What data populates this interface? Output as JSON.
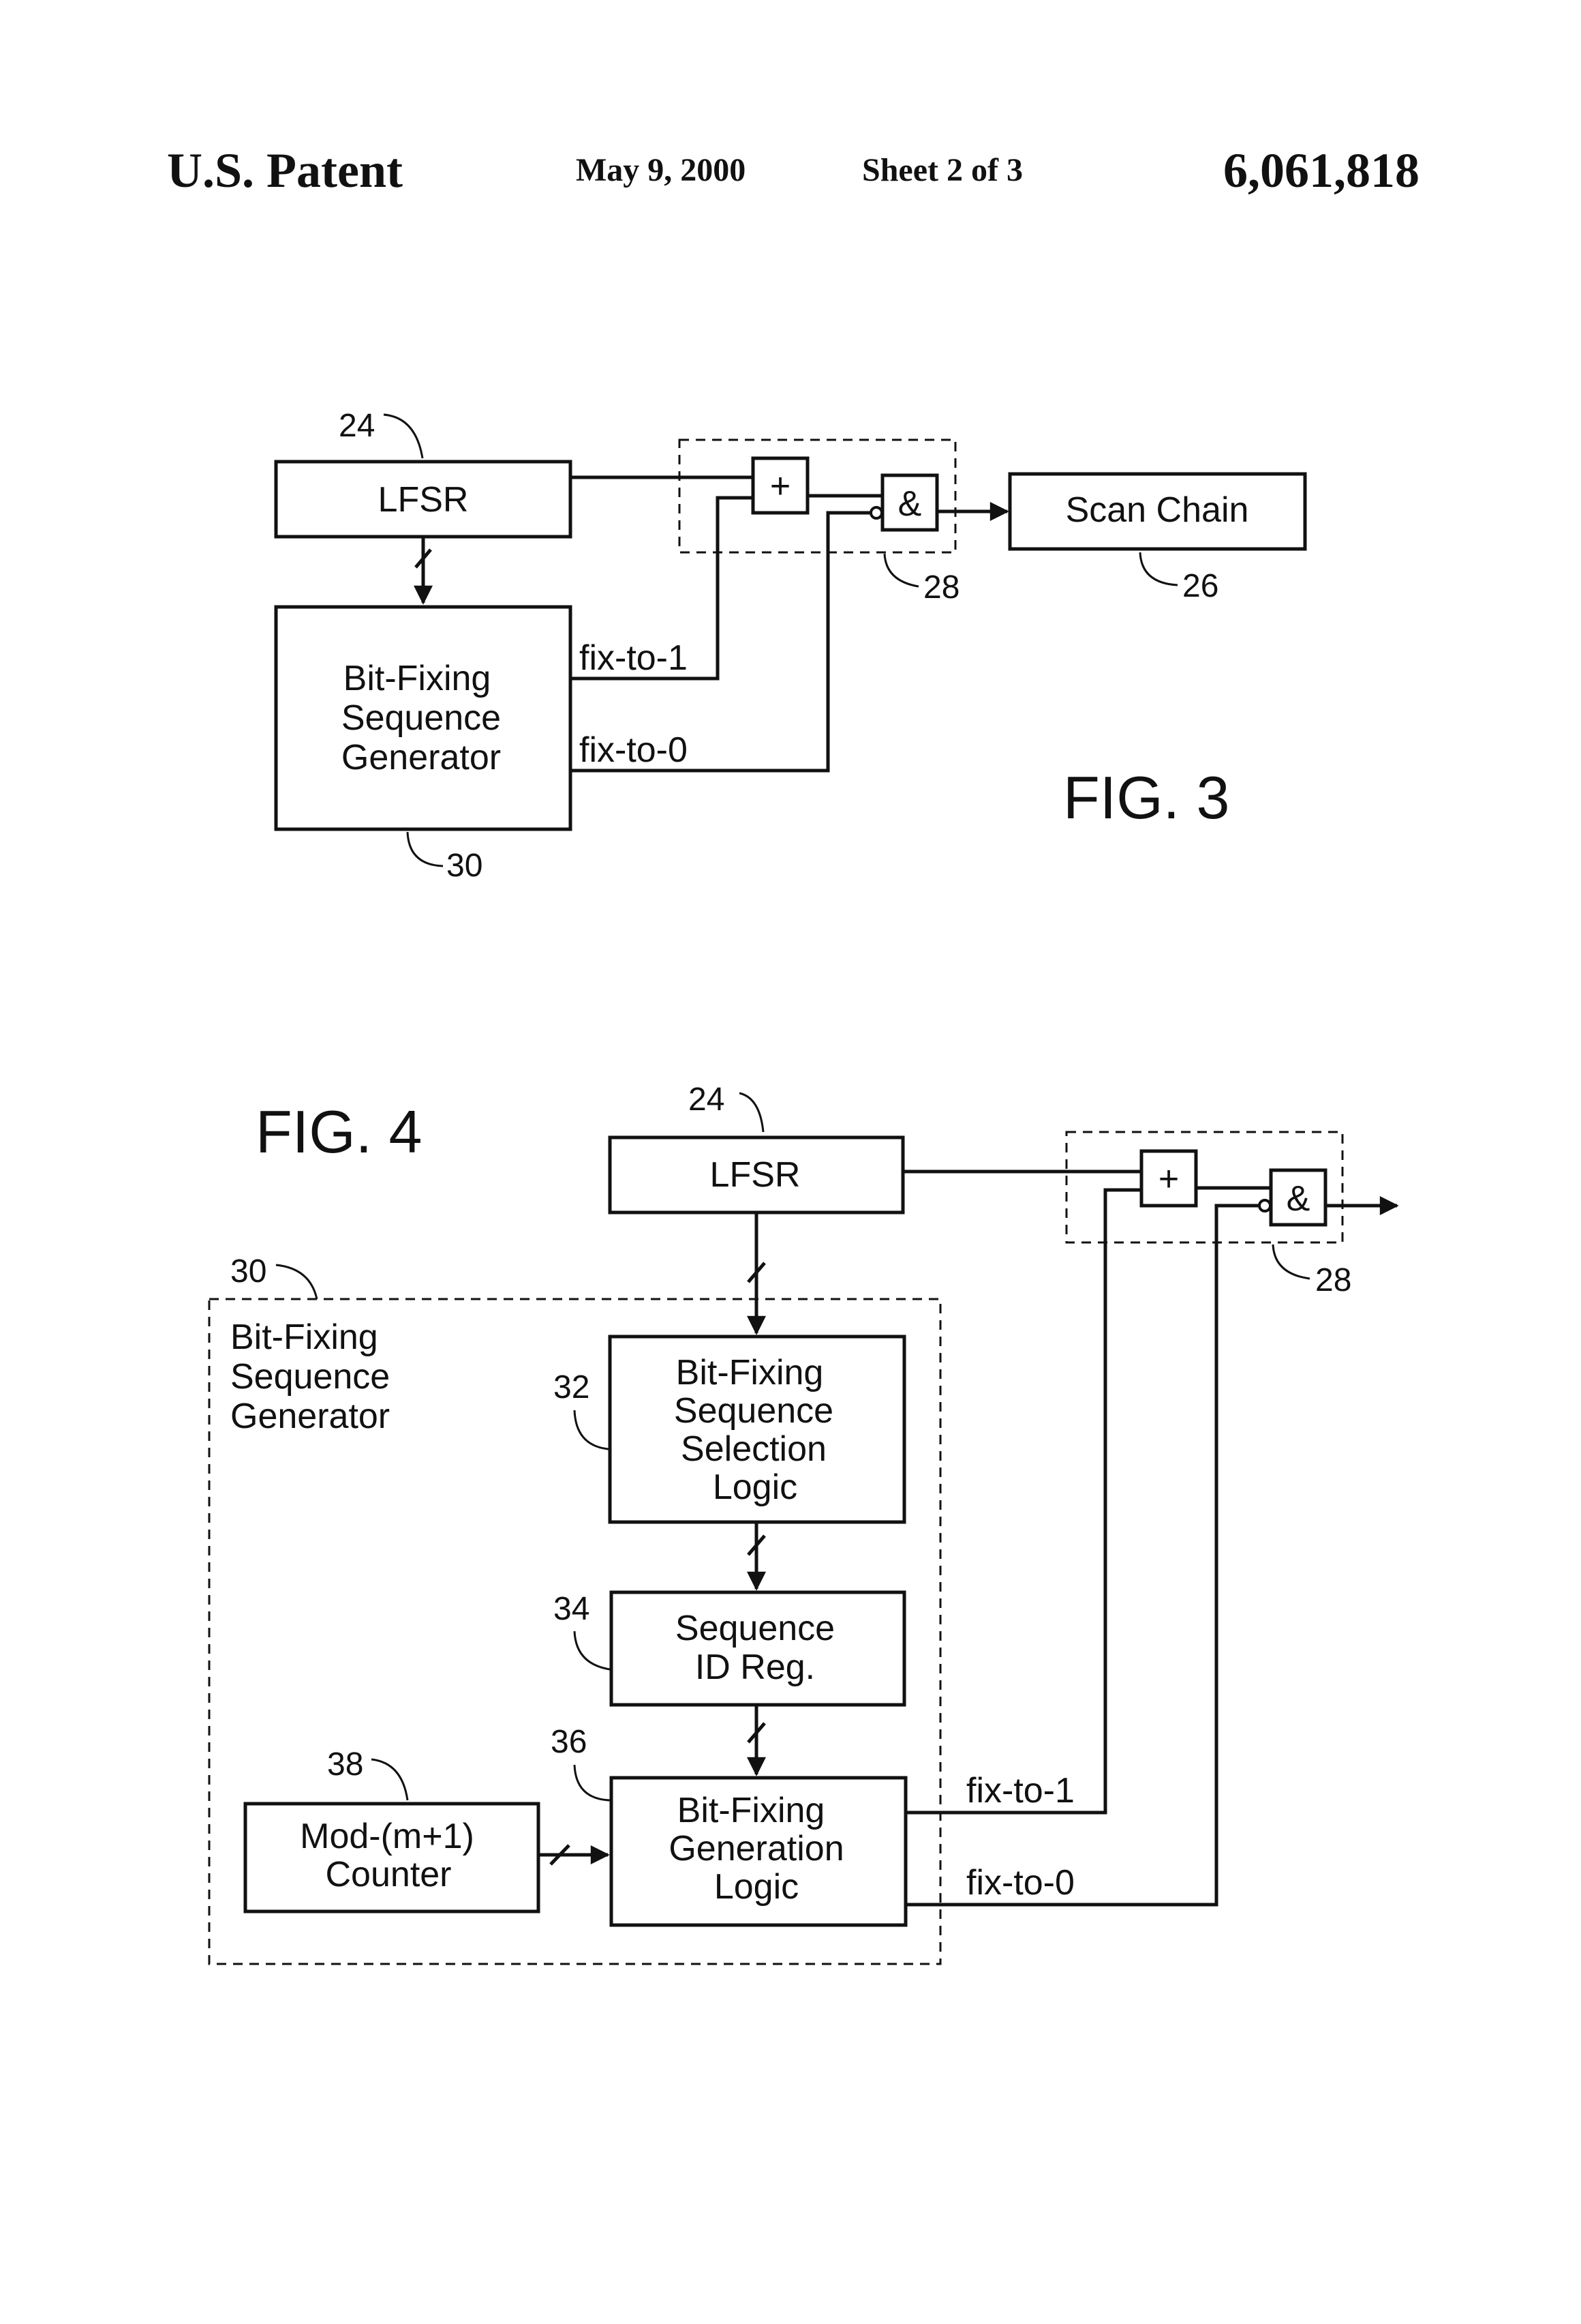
{
  "header": {
    "left": "U.S. Patent",
    "date": "May 9, 2000",
    "sheet": "Sheet 2 of 3",
    "patent_number": "6,061,818"
  },
  "fig3": {
    "caption": "FIG. 3",
    "lfsr": {
      "label": "LFSR",
      "ref": "24"
    },
    "scan_chain": {
      "label": "Scan Chain",
      "ref": "26"
    },
    "gate_block_ref": "28",
    "or_gate": "+",
    "and_gate": "&",
    "generator": {
      "lines": [
        "Bit-Fixing",
        "Sequence",
        "Generator"
      ],
      "ref": "30"
    },
    "signal_fix1": "fix-to-1",
    "signal_fix0": "fix-to-0"
  },
  "fig4": {
    "caption": "FIG. 4",
    "lfsr": {
      "label": "LFSR",
      "ref": "24"
    },
    "gate_block_ref": "28",
    "or_gate": "+",
    "and_gate": "&",
    "generator_group": {
      "lines": [
        "Bit-Fixing",
        "Sequence",
        "Generator"
      ],
      "ref": "30"
    },
    "selection_logic": {
      "lines": [
        "Bit-Fixing",
        "Sequence",
        "Selection",
        "Logic"
      ],
      "ref": "32"
    },
    "sequence_id_reg": {
      "lines": [
        "Sequence",
        "ID Reg."
      ],
      "ref": "34"
    },
    "generation_logic": {
      "lines": [
        "Bit-Fixing",
        "Generation",
        "Logic"
      ],
      "ref": "36"
    },
    "counter": {
      "lines": [
        "Mod-(m+1)",
        "Counter"
      ],
      "ref": "38"
    },
    "signal_fix1": "fix-to-1",
    "signal_fix0": "fix-to-0"
  }
}
